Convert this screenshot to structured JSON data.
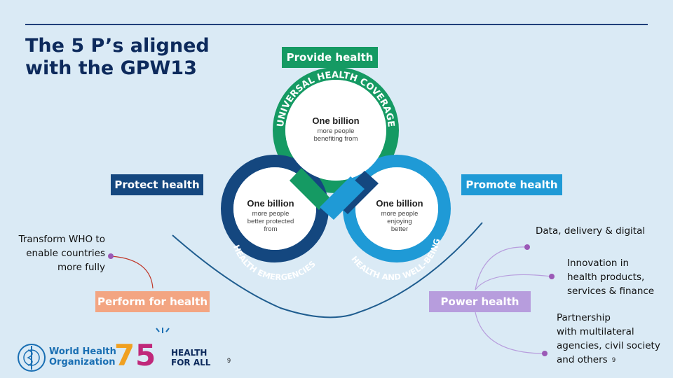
{
  "title": "The 5 P’s aligned with the GPW13",
  "tags": {
    "provide": "Provide health",
    "protect": "Protect health",
    "promote": "Promote health",
    "perform": "Perform for health",
    "power": "Power health"
  },
  "loops": {
    "uhc": {
      "arc_label": "UNIVERSAL HEALTH COVERAGE",
      "headline": "One billion",
      "line1": "more people",
      "line2": "benefiting from"
    },
    "emergencies": {
      "arc_label": "HEALTH EMERGENCIES",
      "headline": "One billion",
      "line1": "more people",
      "line2": "better protected",
      "line3": "from"
    },
    "wellbeing": {
      "arc_label": "HEALTH AND WELL-BEING",
      "headline": "One billion",
      "line1": "more people",
      "line2": "enjoying",
      "line3": "better"
    }
  },
  "notes": {
    "transform": [
      "Transform WHO to",
      "enable countries",
      "more fully"
    ],
    "data": "Data, delivery & digital",
    "innovation": [
      "Innovation in",
      "health products,",
      "services & finance"
    ],
    "partnership": [
      "Partnership",
      "with multilateral",
      "agencies, civil society",
      "and others"
    ]
  },
  "footer": {
    "who_line1": "World Health",
    "who_line2": "Organization",
    "anniv": "75",
    "hfa_line1": "HEALTH",
    "hfa_line2": "FOR ALL",
    "page_left": "9",
    "page_right": "9"
  },
  "colors": {
    "background": "#daeaf5",
    "navy": "#0d2a5c",
    "green": "#159a63",
    "dark_blue": "#14477f",
    "light_blue": "#1f9ad6",
    "salmon": "#f3a582",
    "lavender": "#b79ddd"
  }
}
